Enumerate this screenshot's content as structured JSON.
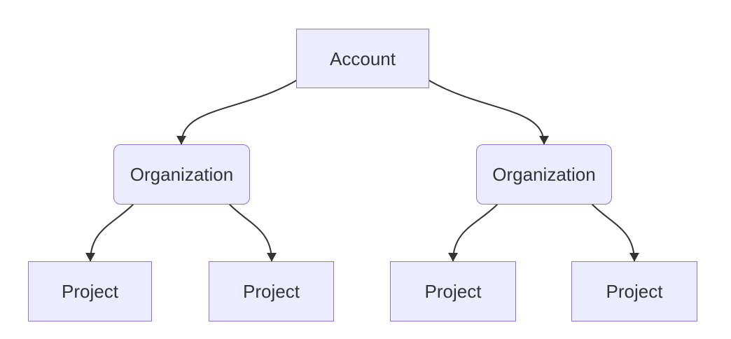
{
  "diagram": {
    "type": "flowchart-top-down",
    "nodes": [
      {
        "id": "account",
        "label": "Account",
        "shape": "rectangle"
      },
      {
        "id": "organization-left",
        "label": "Organization",
        "shape": "rounded-rectangle"
      },
      {
        "id": "organization-right",
        "label": "Organization",
        "shape": "rounded-rectangle"
      },
      {
        "id": "project-1",
        "label": "Project",
        "shape": "rectangle"
      },
      {
        "id": "project-2",
        "label": "Project",
        "shape": "rectangle"
      },
      {
        "id": "project-3",
        "label": "Project",
        "shape": "rectangle"
      },
      {
        "id": "project-4",
        "label": "Project",
        "shape": "rectangle"
      }
    ],
    "edges": [
      {
        "from": "account",
        "to": "organization-left",
        "arrow": "filled-triangle"
      },
      {
        "from": "account",
        "to": "organization-right",
        "arrow": "filled-triangle"
      },
      {
        "from": "organization-left",
        "to": "project-1",
        "arrow": "filled-triangle"
      },
      {
        "from": "organization-left",
        "to": "project-2",
        "arrow": "filled-triangle"
      },
      {
        "from": "organization-right",
        "to": "project-3",
        "arrow": "filled-triangle"
      },
      {
        "from": "organization-right",
        "to": "project-4",
        "arrow": "filled-triangle"
      }
    ],
    "colors": {
      "node_fill": "#ECECFF",
      "node_border": "#9370DB",
      "edge_line": "#333333",
      "text": "#333333",
      "background": "#FFFFFF"
    }
  }
}
